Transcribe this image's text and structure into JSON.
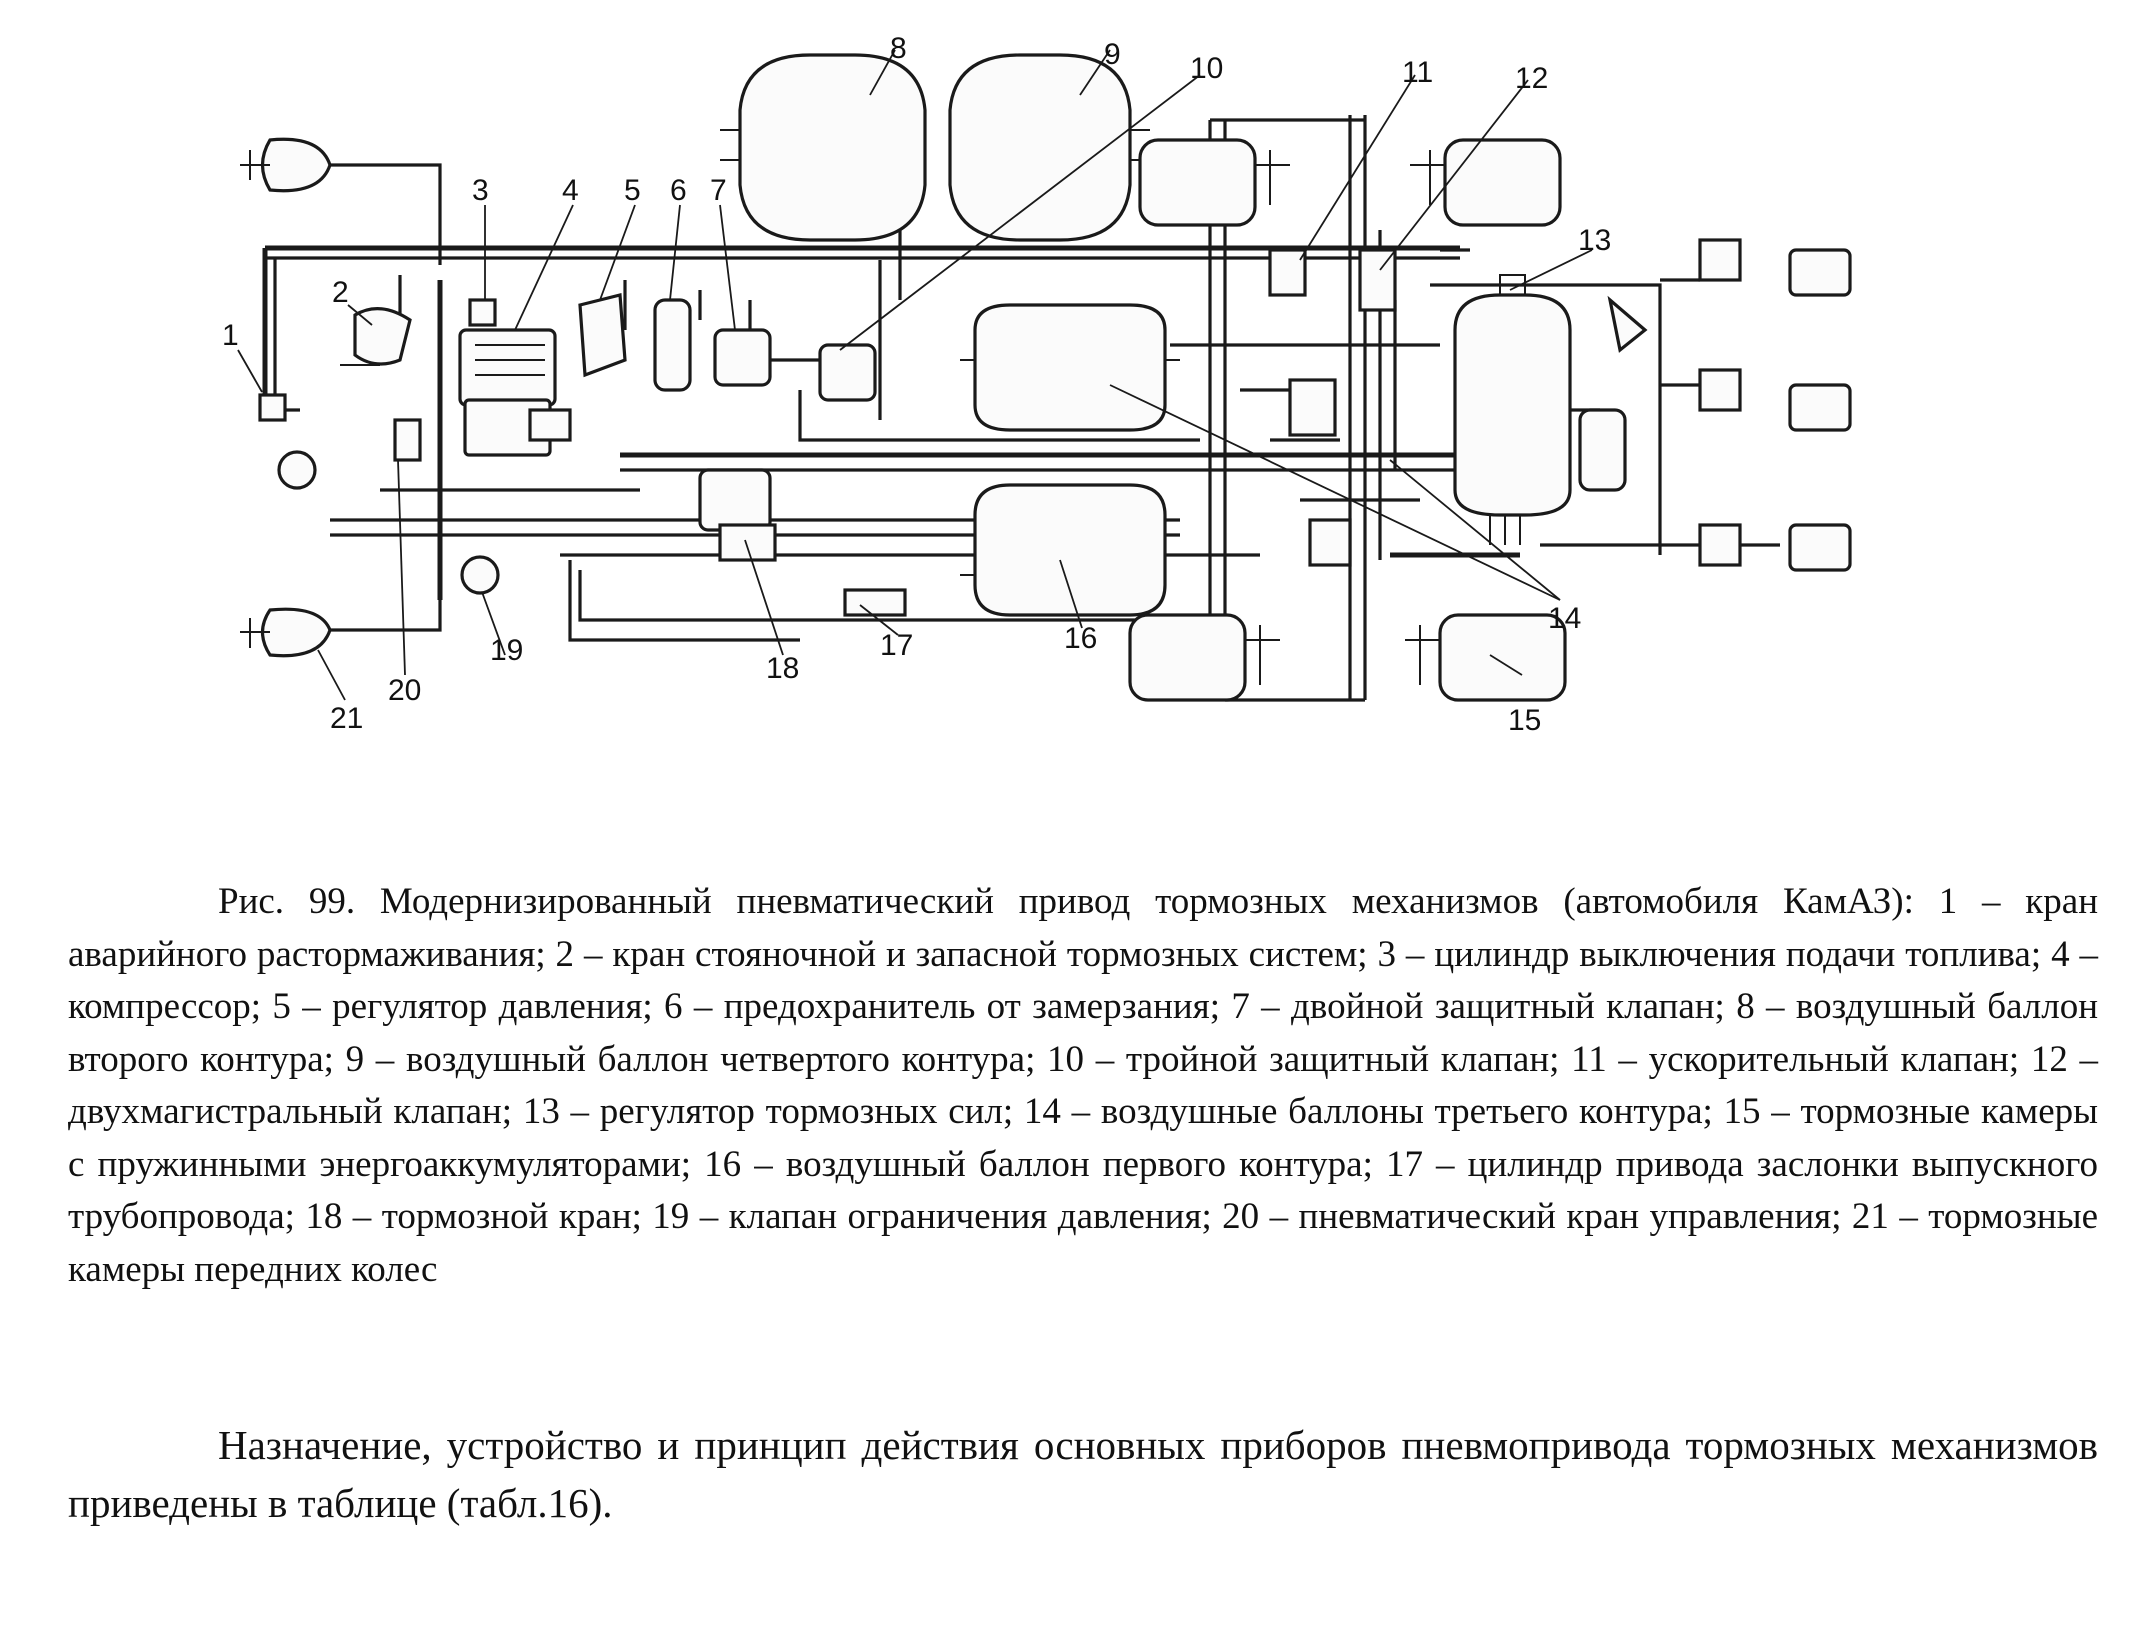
{
  "figure": {
    "callouts": [
      "1",
      "2",
      "3",
      "4",
      "5",
      "6",
      "7",
      "8",
      "9",
      "10",
      "11",
      "12",
      "13",
      "14",
      "15",
      "16",
      "17",
      "18",
      "19",
      "20",
      "21"
    ]
  },
  "caption": {
    "text": "Рис. 99. Модернизированный пневматический привод тормозных механизмов (автомобиля КамАЗ): 1 – кран аварийного растормаживания; 2 – кран стояночной и запасной тормозных систем; 3 – цилиндр выключения подачи топлива; 4 – компрессор; 5 – регулятор давления; 6 – предохранитель от замерзания; 7 – двойной защитный клапан; 8 – воздушный баллон второго контура; 9 – воздушный баллон четвертого контура; 10 – тройной защитный клапан; 11 – ускорительный клапан; 12 – двухма­гистральный клапан; 13 – регулятор тормозных сил; 14 – воздушные баллоны третьего контура; 15 – тормозные камеры с пружинными энергоаккумуляторами; 16 – воздушный баллон первого контура; 17 – цилиндр привода заслонки выпускного трубопровода; 18 – тормозной кран; 19 – клапан ограни­чения давления; 20 – пневматический кран управления; 21 – тормозные камеры передних колес"
  },
  "paragraph": {
    "text": "Назначение, устройство и принцип действия основных приборов пневмопривода тор­мозных механизмов приведены в таблице (табл.16)."
  }
}
